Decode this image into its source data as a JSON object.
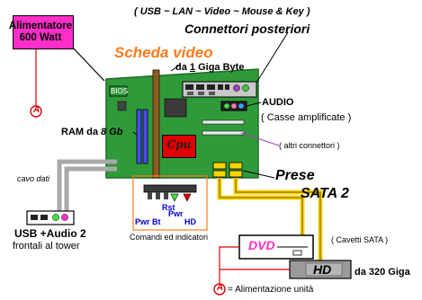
{
  "header": {
    "ports_line": "( USB ~ LAN ~ Video ~ Mouse & Key )",
    "rear_connectors": "Connettori posteriori"
  },
  "psu": {
    "title_line1": "Alimentatore",
    "title_line2": "600 Watt",
    "color": "#ff2ec8"
  },
  "video_card": {
    "title": "Scheda video",
    "size_prefix": "da ",
    "size_underlined": "1",
    "size_suffix": " Giga Byte",
    "title_color": "#ff7a1a"
  },
  "board": {
    "bios_label": "BIOS",
    "cpu_label": "Cpu",
    "pcb_color": "#2f9a3a",
    "cpu_color": "#e00000"
  },
  "ram": {
    "prefix": "RAM da ",
    "size": "8 Gb"
  },
  "audio": {
    "title": "AUDIO",
    "subtitle": "( Casse amplificate )"
  },
  "other_connectors": "( altri connettori )",
  "sata": {
    "line1": "Prese",
    "line2": "SATA 2",
    "cables_note": "( Cavetti SATA )"
  },
  "front_panel": {
    "rst": "Rst",
    "pwr_bt": "Pwr Bt",
    "pwr": "Pwr",
    "hd": "HD",
    "caption": "Comandi ed indicatori",
    "label_color": "#0000cc",
    "border_color": "#ff7a1a"
  },
  "data_cable_label": "cavo dati",
  "usb_front": {
    "line1": "USB +Audio 2",
    "line2": "frontali al tower"
  },
  "dvd": {
    "label": "DVD",
    "color": "#ff2ec8"
  },
  "hdd": {
    "label": "HD",
    "capacity": "da 320 Giga"
  },
  "power_marker": {
    "symbol": "A",
    "legend": "= Alimentazione unità"
  }
}
